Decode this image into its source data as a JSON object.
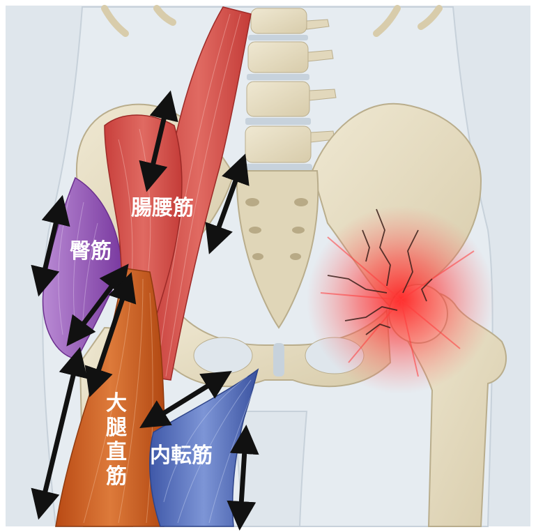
{
  "labels": {
    "iliopsoas": "腸腰筋",
    "gluteus": "臀筋",
    "rectus_femoris": "大腿直筋",
    "adductor": "内転筋"
  },
  "colors": {
    "background": "#dfe6ec",
    "skin_outline": "#c9d3dc",
    "bone": "#e7dfc6",
    "bone_shadow": "#bfb495",
    "iliopsoas": "#d9534f",
    "gluteus": "#8e4bb2",
    "rectus_femoris": "#c65a1e",
    "adductor": "#4f68b5",
    "pain": "#ff2a2a",
    "arrow": "#111111",
    "label_text": "#ffffff"
  },
  "icons": {
    "pain_marker": "hip-fracture-pain-icon",
    "tension_arrow": "double-headed-arrow-icon"
  }
}
